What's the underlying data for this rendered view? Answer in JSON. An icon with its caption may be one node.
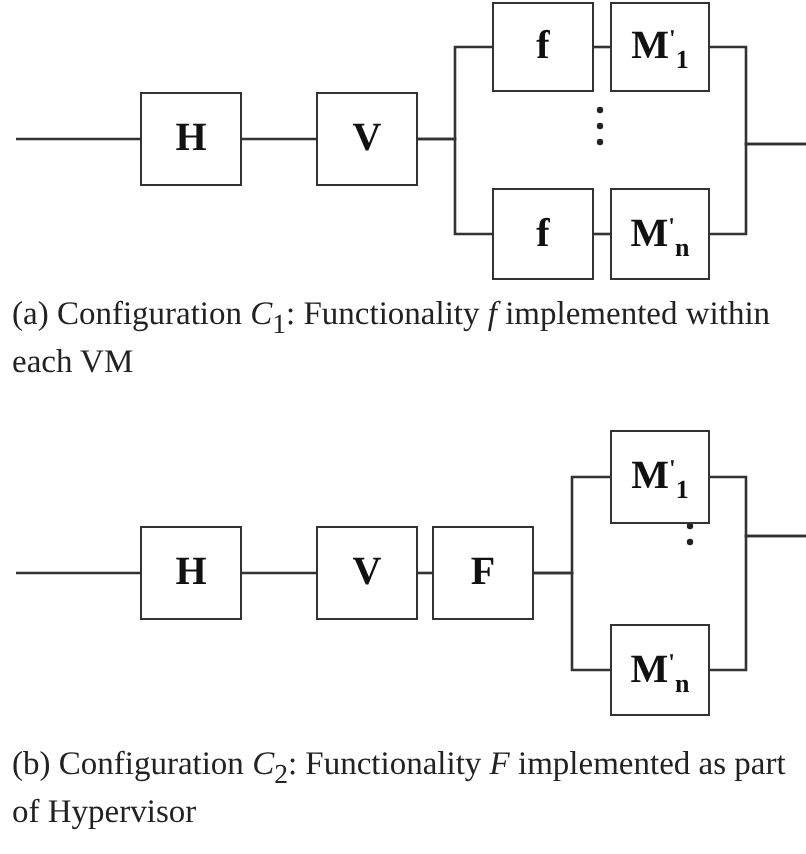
{
  "diagram": {
    "nodes": [
      {
        "text": [
          "H"
        ]
      },
      {
        "text": [
          "V"
        ]
      },
      {
        "text": [
          "f"
        ]
      },
      {
        "text": [
          "M$^{'}$$_{1}$"
        ]
      },
      {
        "text": [
          "f"
        ]
      },
      {
        "text": [
          "M$^{'}$$_{n}$"
        ]
      },
      {
        "text": [
          "H"
        ]
      },
      {
        "text": [
          "V"
        ]
      },
      {
        "text": [
          "F"
        ]
      },
      {
        "text": [
          "M$^{'}$$_{1}$"
        ]
      },
      {
        "text": [
          "M$^{'}$$_{n}$"
        ]
      }
    ],
    "edges": [
      {
        "from": null,
        "to": 0,
        "arrow": "none"
      },
      {
        "from": 0,
        "to": 1,
        "arrow": "none"
      },
      {
        "from": 1,
        "to": 2,
        "arrow": "none"
      },
      {
        "from": 1,
        "to": 4,
        "arrow": "none"
      },
      {
        "from": 2,
        "to": 3,
        "arrow": "none"
      },
      {
        "from": 4,
        "to": 5,
        "arrow": "none"
      },
      {
        "from": 3,
        "to": null,
        "arrow": "none"
      },
      {
        "from": 5,
        "to": null,
        "arrow": "none"
      },
      {
        "from": null,
        "to": 6,
        "arrow": "none"
      },
      {
        "from": 6,
        "to": 7,
        "arrow": "none"
      },
      {
        "from": 7,
        "to": 8,
        "arrow": "none"
      },
      {
        "from": 8,
        "to": 9,
        "arrow": "none"
      },
      {
        "from": 8,
        "to": 10,
        "arrow": "none"
      },
      {
        "from": 9,
        "to": null,
        "arrow": "none"
      },
      {
        "from": 10,
        "to": null,
        "arrow": "none"
      }
    ],
    "labels": [
      "(a) Configuration *C*$_{1}$: Functionality *f* implemented within each VM",
      "(b) Configuration *C*$_{2}$: Functionality *F* implemented as part of Hypervisor"
    ]
  }
}
